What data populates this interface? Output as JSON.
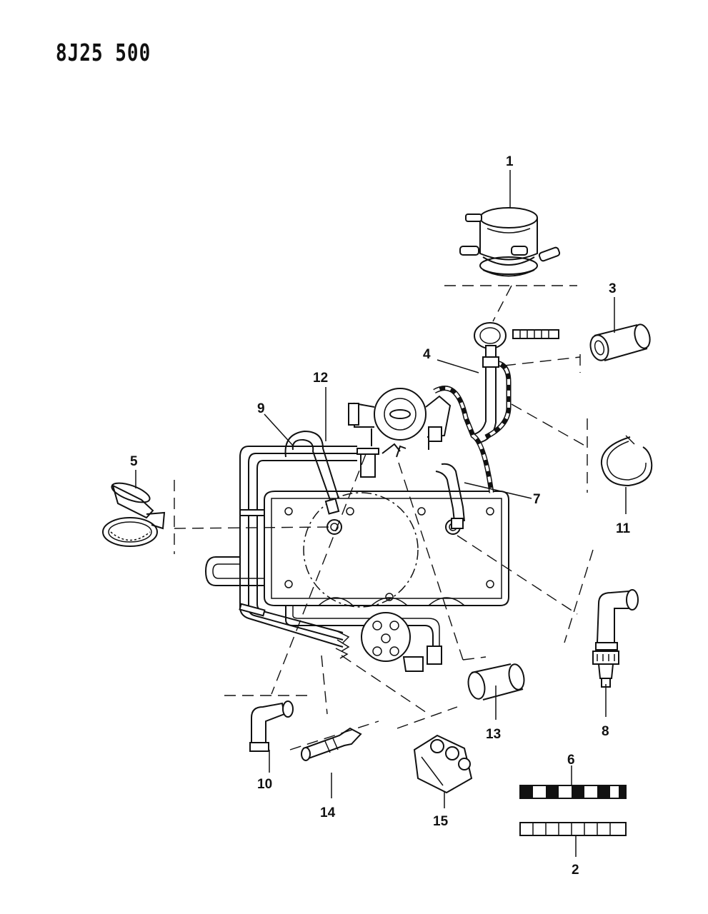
{
  "document_id": "8J25 500",
  "callouts": [
    "1",
    "2",
    "3",
    "4",
    "5",
    "6",
    "7",
    "8",
    "9",
    "10",
    "11",
    "12",
    "13",
    "14",
    "15"
  ]
}
